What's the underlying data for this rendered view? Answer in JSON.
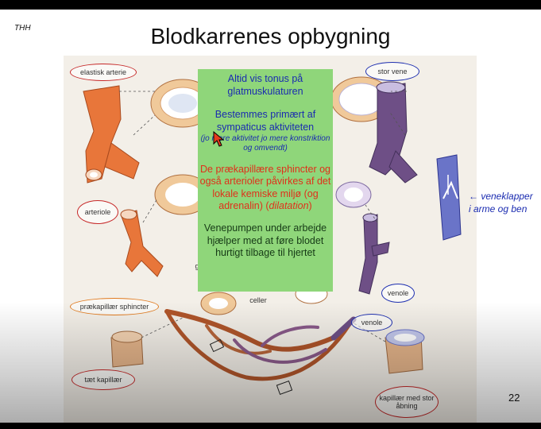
{
  "slide": {
    "author": "THH",
    "title": "Blodkarrenes opbygning",
    "page_number": "22"
  },
  "figure_labels": {
    "elastisk_arterie": "elastisk arterie",
    "stor_vene": "stor vene",
    "arteriole": "arteriole",
    "venole_top": "venole",
    "venole_bottom": "venole",
    "praekapillaer_sphincter": "prækapillær sphincter",
    "taet_kapillaer": "tæt kapillær",
    "kapillaer_aabning": "kapillær med stor åbning",
    "celler": "celler",
    "partial_g": "g"
  },
  "green_box": {
    "p1": "Altid vis tonus på glatmuskulaturen",
    "p2": "Bestemmes primært af sympaticus aktiviteten",
    "p2_small": "(jo mere aktivitet jo mere konstriktion og omvendt)",
    "p3_a": "De prækapillære sphincter og også arterioler påvirkes af det lokale kemiske miljø (og adrenalin) (",
    "p3_italic": "dilatation",
    "p3_b": ")",
    "p4": "Venepumpen under arbejde hjælper med at føre blodet hurtigt tilbage til hjertet"
  },
  "side_note": {
    "line1": "← veneklapper",
    "line2": "i arme og ben"
  },
  "colors": {
    "green_box": "#8fd67a",
    "blue_text": "#1a2bb0",
    "red_text": "#e0301a",
    "artery": "#e8763a",
    "vein": "#6e4f86"
  }
}
